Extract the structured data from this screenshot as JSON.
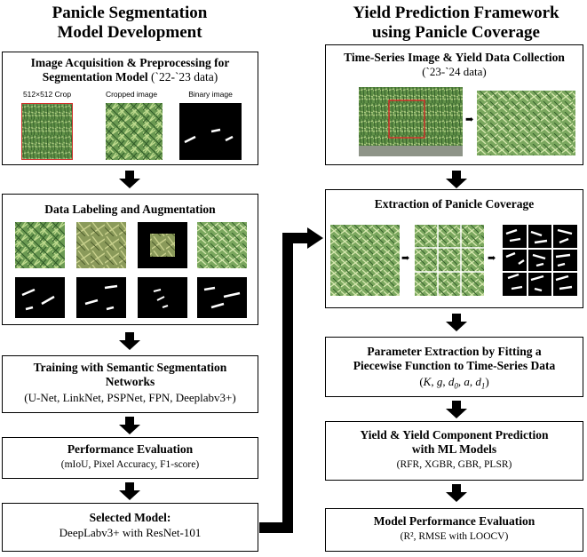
{
  "left": {
    "title_line1": "Panicle Segmentation",
    "title_line2": "Model Development",
    "box1": {
      "title_line1": "Image Acquisition & Preprocessing for",
      "title_line2": "Segmentation Model",
      "title_paren": "(`22-`23 data)",
      "captions": [
        "512×512 Crop",
        "Cropped image",
        "Binary image"
      ]
    },
    "box2": {
      "title": "Data Labeling and Augmentation"
    },
    "box3": {
      "title_line1": "Training with Semantic Segmentation",
      "title_line2": "Networks",
      "subtitle": "(U-Net, LinkNet, PSPNet, FPN, Deeplabv3+)"
    },
    "box4": {
      "title": "Performance Evaluation",
      "subtitle": "(mIoU, Pixel Accuracy, F1-score)"
    },
    "box5": {
      "title": "Selected Model:",
      "subtitle": "DeepLabv3+ with ResNet-101"
    }
  },
  "right": {
    "title_line1": "Yield Prediction Framework",
    "title_line2": "using Panicle Coverage",
    "box1": {
      "title": "Time-Series Image & Yield Data Collection",
      "subtitle": "(`23-`24 data)"
    },
    "box2": {
      "title": "Extraction of Panicle Coverage"
    },
    "box3": {
      "title_line1": "Parameter Extraction by Fitting a",
      "title_line2": "Piecewise Function to Time-Series Data",
      "params_K": "K",
      "params_g": "g",
      "params_d": "d",
      "params_d_sub": "0",
      "params_a": "a",
      "params_d1": "d",
      "params_d1_sub": "1"
    },
    "box4": {
      "title_line1": "Yield & Yield Component Prediction",
      "title_line2": "with ML Models",
      "subtitle": "(RFR, XGBR, GBR, PLSR)"
    },
    "box5": {
      "title": "Model Performance Evaluation",
      "subtitle": "(R², RMSE with LOOCV)"
    }
  },
  "colors": {
    "field_green": "#6b9a52",
    "dark_green": "#2f5a27",
    "crop_red": "#d0302a",
    "white": "#ffffff",
    "black": "#000000"
  }
}
